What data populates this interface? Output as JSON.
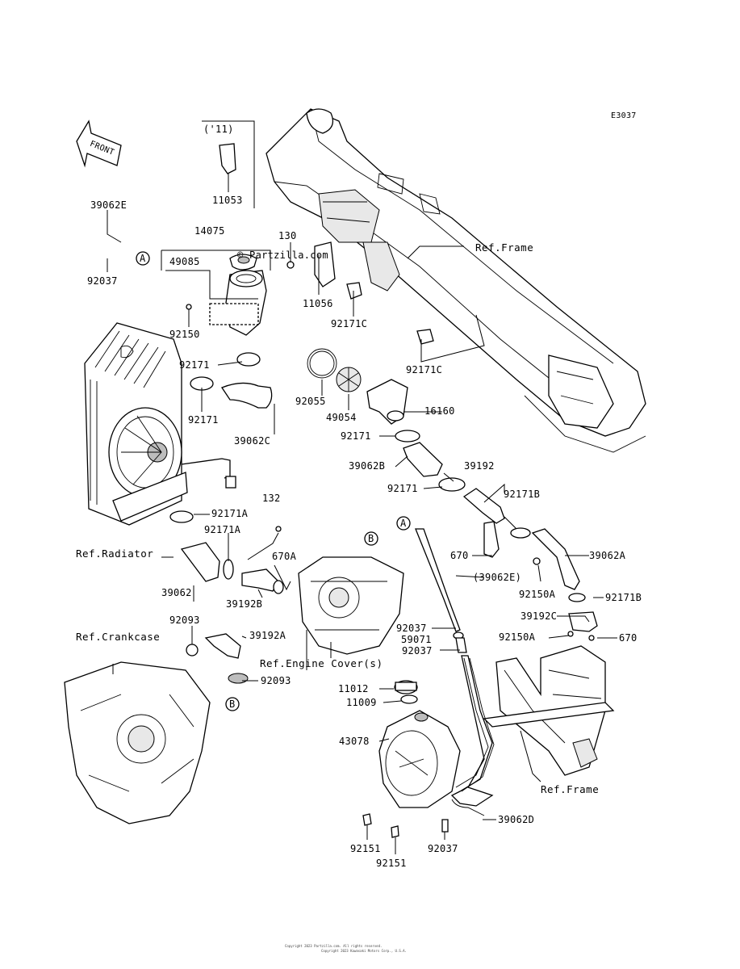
{
  "diagram_code": "E3037",
  "watermark": "© Partzilla.com",
  "footer_lines": [
    "Copyright 2023 Partzilla.com. All rights reserved.",
    "Copyright 2023 Kawasaki Motors Corp., U.S.A."
  ],
  "front_label": "FRONT",
  "callouts": {
    "a": "A",
    "b": "B"
  },
  "references": {
    "frame_top": "Ref.Frame",
    "radiator": "Ref.Radiator",
    "crankcase": "Ref.Crankcase",
    "engine_cover": "Ref.Engine Cover(s)",
    "frame_bottom": "Ref.Frame"
  },
  "parts": {
    "p11_note": "('11)",
    "p11053": "11053",
    "p39062E": "39062E",
    "p14075": "14075",
    "p130": "130",
    "p92037_a": "92037",
    "p49085": "49085",
    "p11056": "11056",
    "p92171C_a": "92171C",
    "p92150": "92150",
    "p92171_a": "92171",
    "p92171C_b": "92171C",
    "p92171_b": "92171",
    "p92055": "92055",
    "p49054": "49054",
    "p16160": "16160",
    "p39062C": "39062C",
    "p92171_c": "92171",
    "p39062B": "39062B",
    "p39192": "39192",
    "p92171_d": "92171",
    "p92171B_a": "92171B",
    "p132": "132",
    "p92171A_a": "92171A",
    "p92171A_b": "92171A",
    "p670A": "670A",
    "p670_a": "670",
    "p39062A": "39062A",
    "p39062E_paren": "(39062E)",
    "p39062": "39062",
    "p39192B": "39192B",
    "p92150A_a": "92150A",
    "p92171B_b": "92171B",
    "p92093_a": "92093",
    "p39192A": "39192A",
    "p92037_b": "92037",
    "p59071": "59071",
    "p92037_c": "92037",
    "p39192C": "39192C",
    "p92150A_b": "92150A",
    "p670_b": "670",
    "p92093_b": "92093",
    "p11012": "11012",
    "p11009": "11009",
    "p43078": "43078",
    "p92151_a": "92151",
    "p92151_b": "92151",
    "p92037_d": "92037",
    "p39062D": "39062D"
  }
}
